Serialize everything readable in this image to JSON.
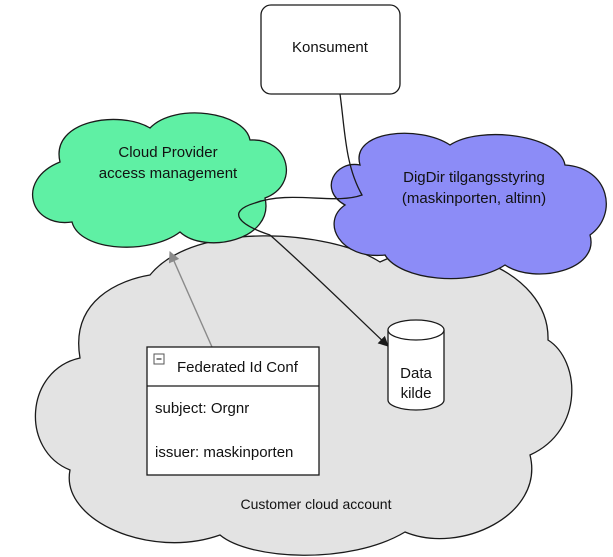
{
  "nodes": {
    "consumer": {
      "label": "Konsument"
    },
    "cloud_provider": {
      "line1": "Cloud Provider",
      "line2": "access management",
      "fill": "#5ff0a4"
    },
    "digdir": {
      "line1": "DigDir tilgangsstyring",
      "line2": "(maskinporten, altinn)",
      "fill": "#8c8cf7"
    },
    "customer_account": {
      "label": "Customer cloud account",
      "fill": "#e3e3e3"
    },
    "federated_conf": {
      "title": "Federated Id Conf",
      "field_subject": "subject: Orgnr",
      "field_issuer": "issuer: maskinporten"
    },
    "datasource": {
      "line1": "Data",
      "line2": "kilde"
    }
  },
  "colors": {
    "stroke": "#1a1a1a",
    "grey_arrow": "#8a8a8a"
  }
}
